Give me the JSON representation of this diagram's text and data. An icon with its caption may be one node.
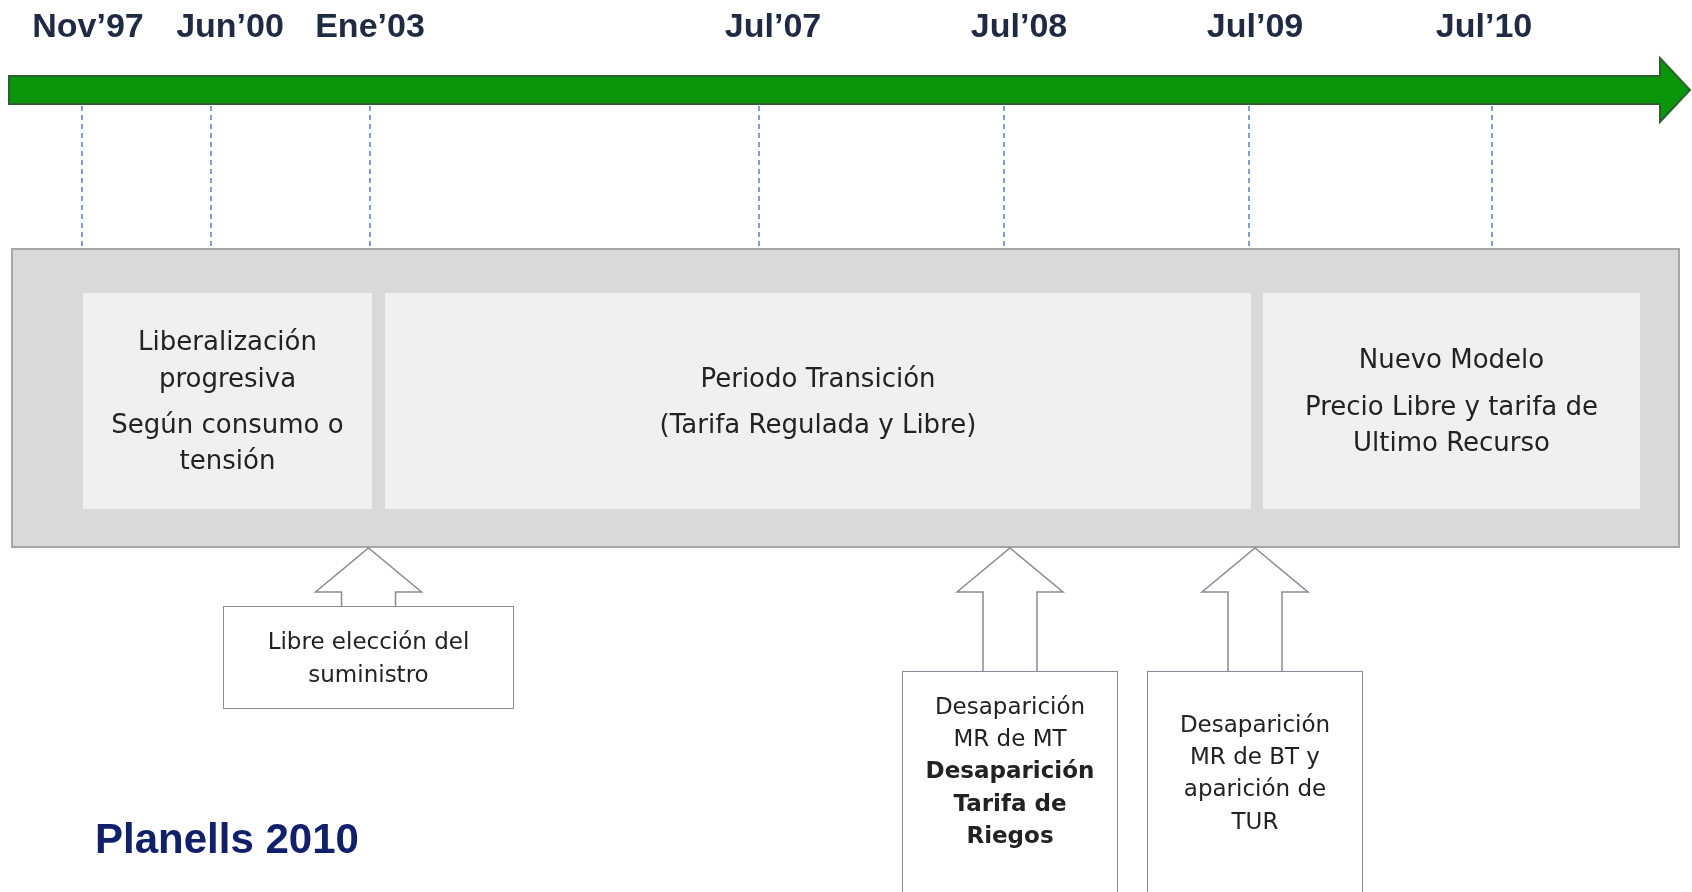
{
  "diagram": {
    "caption": "Planells 2010",
    "nodes": [
      {
        "text": [],
        "shape": "box"
      },
      {
        "text": [
          "Liberalización progresiva",
          "Según consumo o tensión"
        ],
        "in": 0
      },
      {
        "text": [
          "Periodo Transición",
          "(Tarifa Regulada y Libre)"
        ],
        "in": 0
      },
      {
        "text": [
          "Nuevo Modelo",
          "Precio Libre y tarifa de Ultimo Recurso"
        ],
        "in": 0
      },
      {
        "text": [
          "Libre elección del suministro"
        ]
      },
      {
        "text": [
          "Desaparición MR de MT",
          "Desaparición Tarifa de Riegos"
        ]
      },
      {
        "text": [
          "Desaparición MR de BT y aparición de TUR"
        ]
      }
    ],
    "edges": [
      {
        "from": 4,
        "to": 0,
        "arrow": "to"
      },
      {
        "from": 5,
        "to": 0,
        "arrow": "to"
      },
      {
        "from": 6,
        "to": 0,
        "arrow": "to"
      }
    ],
    "labels": [
      "Nov’97",
      "Jun’00",
      "Ene’03",
      "Jul’07",
      "Jul’08",
      "Jul’09",
      "Jul’10"
    ]
  }
}
